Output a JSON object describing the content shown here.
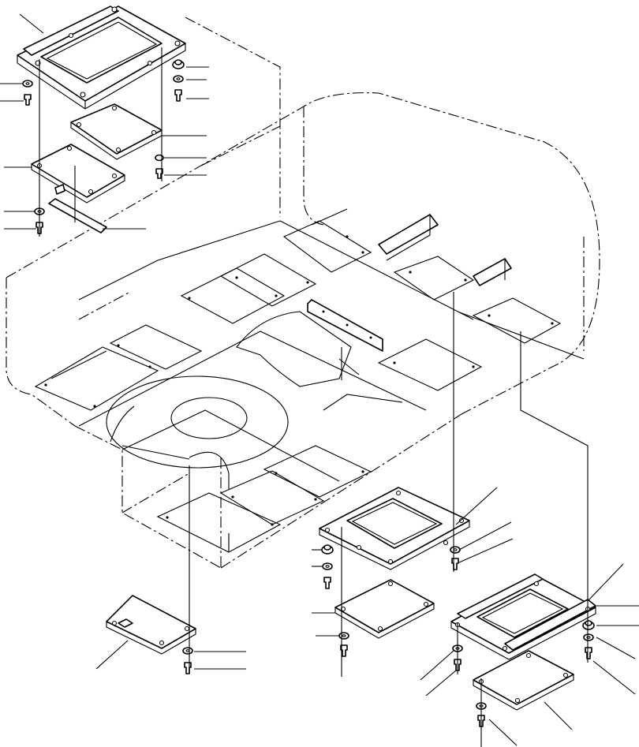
{
  "diagram": {
    "parts": [
      {
        "name": "cover-plate-top-left",
        "kind": "frame-plate"
      },
      {
        "name": "cover-plate-center",
        "kind": "frame-plate"
      },
      {
        "name": "cover-plate-right",
        "kind": "frame-plate"
      },
      {
        "name": "cover-small-left",
        "kind": "plate"
      },
      {
        "name": "frame-body",
        "kind": "revolving-frame"
      }
    ],
    "callout_count": 30
  }
}
